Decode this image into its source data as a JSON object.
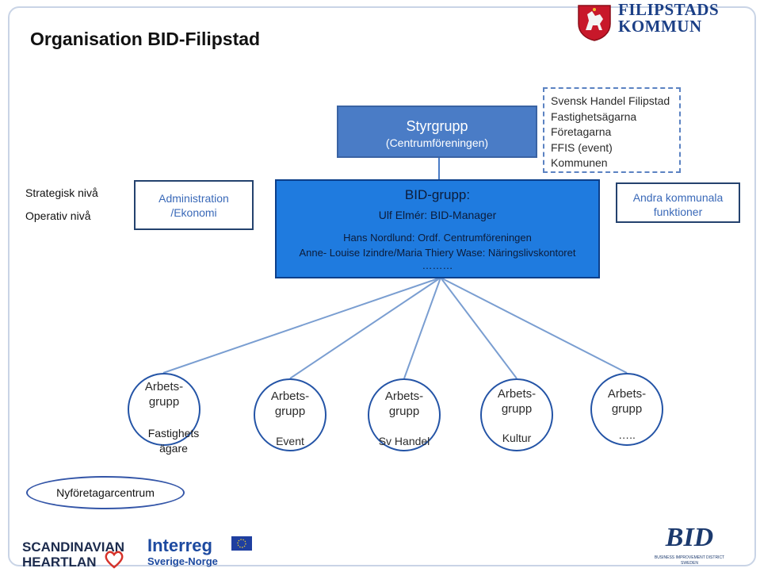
{
  "title": "Organisation BID-Filipstad",
  "logo": {
    "line1": "FILIPSTADS",
    "line2": "KOMMUN"
  },
  "levels": {
    "strategic": "Strategisk nivå",
    "operative": "Operativ nivå"
  },
  "admin": {
    "line1": "Administration",
    "line2": "/Ekonomi"
  },
  "styrgrupp": {
    "title": "Styrgrupp",
    "subtitle": "(Centrumföreningen)"
  },
  "members": [
    "Svensk Handel Filipstad",
    "Fastighetsägarna",
    "Företagarna",
    "FFIS (event)",
    "Kommunen"
  ],
  "bid": {
    "title": "BID-grupp:",
    "manager": "Ulf Elmér: BID-Manager",
    "line1": "Hans Nordlund: Ordf. Centrumföreningen",
    "line2": "Anne- Louise Izindre/Maria Thiery Wase: Näringslivskontoret",
    "line3": "………"
  },
  "other": {
    "line1": "Andra kommunala",
    "line2": "funktioner"
  },
  "working_groups": [
    {
      "line1": "Arbets-",
      "line2": "grupp",
      "sub1": "Fastighets",
      "sub2": "ägare"
    },
    {
      "line1": "Arbets-",
      "line2": "grupp",
      "sub1": "Event",
      "sub2": ""
    },
    {
      "line1": "Arbets-",
      "line2": "grupp",
      "sub1": "Sv Handel",
      "sub2": ""
    },
    {
      "line1": "Arbets-",
      "line2": "grupp",
      "sub1": "Kultur",
      "sub2": ""
    },
    {
      "line1": "Arbets-",
      "line2": "grupp",
      "sub1": "…..",
      "sub2": ""
    }
  ],
  "nyforetagarcentrum": "Nyföretagarcentrum",
  "footer": {
    "scandinavian": {
      "line1": "SCANDINAVIAN",
      "line2": "HEARTLAN"
    },
    "interreg": {
      "line1": "Interreg",
      "line2": "Sverige-Norge"
    },
    "bid": {
      "mark": "BID",
      "line1": "BUSINESS IMPROVEMENT DISTRICT",
      "line2": "SWEDEN"
    }
  }
}
